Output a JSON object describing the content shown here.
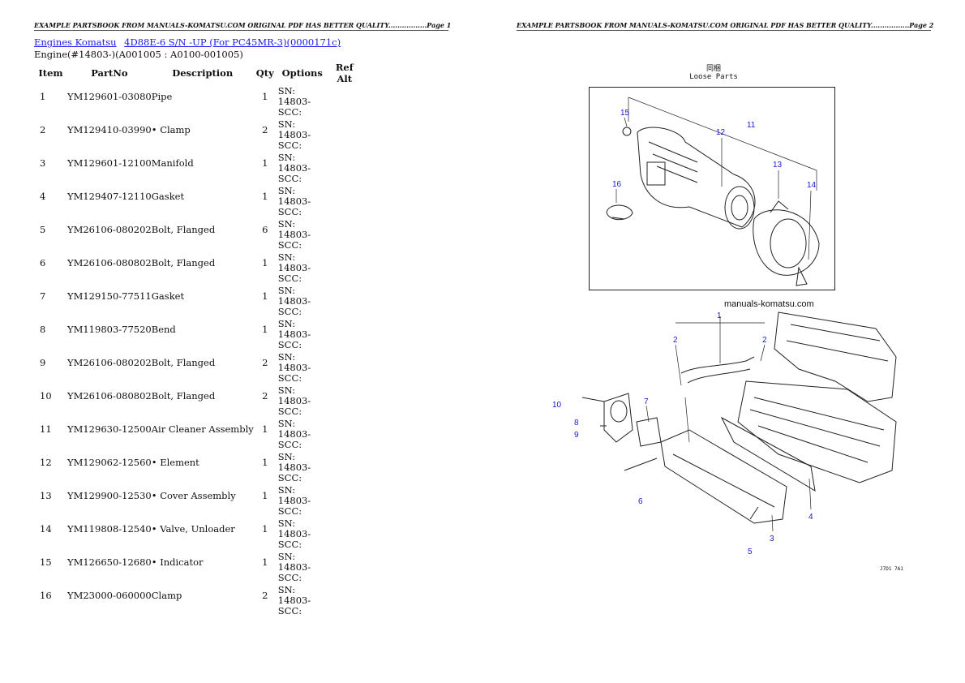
{
  "header_left": "EXAMPLE PARTSBOOK FROM MANUALS-KOMATSU.COM ORIGINAL PDF HAS BETTER QUALITY.................Page 1",
  "header_right": "EXAMPLE PARTSBOOK FROM MANUALS-KOMATSU.COM ORIGINAL PDF HAS BETTER QUALITY.................Page 2",
  "breadcrumb": {
    "link1": "Engines Komatsu",
    "link2": "4D88E-6 S/N -UP (For PC45MR-3)(0000171c)"
  },
  "engine_line": "Engine(#14803-)(A001005 : A0100-001005)",
  "table": {
    "headers": {
      "item": "Item",
      "partno": "PartNo",
      "description": "Description",
      "qty": "Qty",
      "options": "Options",
      "ref": "Ref Alt"
    },
    "rows": [
      {
        "item": "1",
        "partno": "YM129601-03080",
        "description": "Pipe",
        "qty": "1",
        "options": "SN: 14803-SCC:"
      },
      {
        "item": "2",
        "partno": "YM129410-03990",
        "description": "• Clamp",
        "qty": "2",
        "options": "SN: 14803-SCC:"
      },
      {
        "item": "3",
        "partno": "YM129601-12100",
        "description": "Manifold",
        "qty": "1",
        "options": "SN: 14803-SCC:"
      },
      {
        "item": "4",
        "partno": "YM129407-12110",
        "description": "Gasket",
        "qty": "1",
        "options": "SN: 14803-SCC:"
      },
      {
        "item": "5",
        "partno": "YM26106-080202",
        "description": "Bolt, Flanged",
        "qty": "6",
        "options": "SN: 14803-SCC:"
      },
      {
        "item": "6",
        "partno": "YM26106-080802",
        "description": "Bolt, Flanged",
        "qty": "1",
        "options": "SN: 14803-SCC:"
      },
      {
        "item": "7",
        "partno": "YM129150-77511",
        "description": "Gasket",
        "qty": "1",
        "options": "SN: 14803-SCC:"
      },
      {
        "item": "8",
        "partno": "YM119803-77520",
        "description": "Bend",
        "qty": "1",
        "options": "SN: 14803-SCC:"
      },
      {
        "item": "9",
        "partno": "YM26106-080202",
        "description": "Bolt, Flanged",
        "qty": "2",
        "options": "SN: 14803-SCC:"
      },
      {
        "item": "10",
        "partno": "YM26106-080802",
        "description": "Bolt, Flanged",
        "qty": "2",
        "options": "SN: 14803-SCC:"
      },
      {
        "item": "11",
        "partno": "YM129630-12500",
        "description": "Air Cleaner Assembly",
        "qty": "1",
        "options": "SN: 14803-SCC:"
      },
      {
        "item": "12",
        "partno": "YM129062-12560",
        "description": "• Element",
        "qty": "1",
        "options": "SN: 14803-SCC:"
      },
      {
        "item": "13",
        "partno": "YM129900-12530",
        "description": "• Cover Assembly",
        "qty": "1",
        "options": "SN: 14803-SCC:"
      },
      {
        "item": "14",
        "partno": "YM119808-12540",
        "description": "• Valve, Unloader",
        "qty": "1",
        "options": "SN: 14803-SCC:"
      },
      {
        "item": "15",
        "partno": "YM126650-12680",
        "description": "• Indicator",
        "qty": "1",
        "options": "SN: 14803-SCC:"
      },
      {
        "item": "16",
        "partno": "YM23000-060000",
        "description": "Clamp",
        "qty": "2",
        "options": "SN: 14803-SCC:"
      }
    ]
  },
  "diagram": {
    "loose_parts_jp": "同梱",
    "loose_parts": "Loose Parts",
    "watermark": "manuals-komatsu.com",
    "drawing_code": "J7D1 7A1",
    "callouts": [
      "15",
      "12",
      "11",
      "13",
      "14",
      "16",
      "2",
      "1",
      "2",
      "10",
      "7",
      "8",
      "9",
      "6",
      "4",
      "3",
      "5"
    ]
  }
}
